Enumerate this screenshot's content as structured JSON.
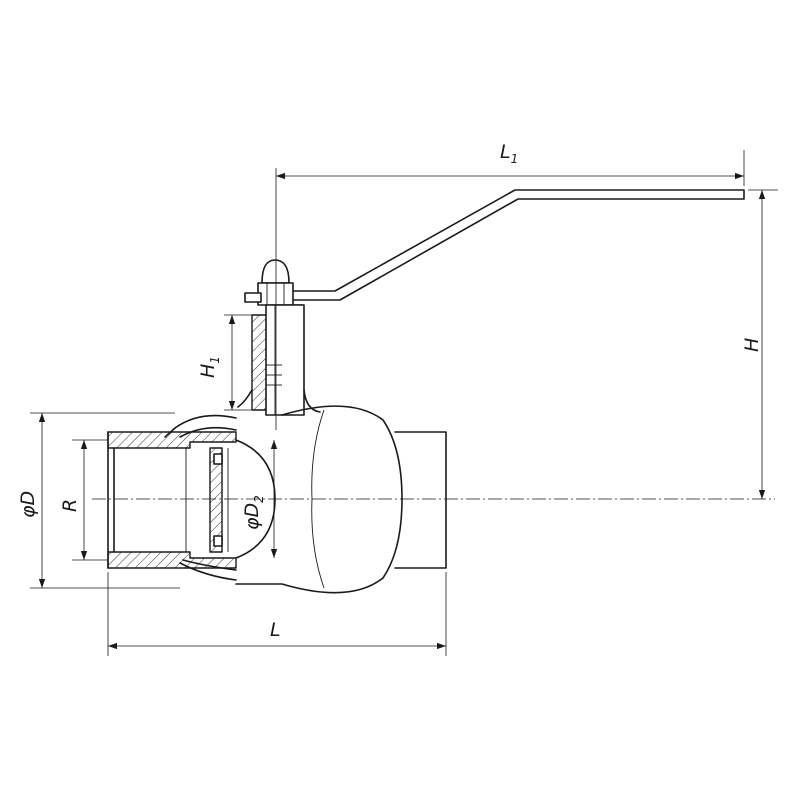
{
  "dimensions": {
    "L": "L",
    "L1": {
      "main": "L",
      "sub": "1"
    },
    "H": "H",
    "H1": {
      "main": "H",
      "sub": "1"
    },
    "D": "φD",
    "R": "R",
    "D2": {
      "main": "φD",
      "sub": "2"
    }
  }
}
